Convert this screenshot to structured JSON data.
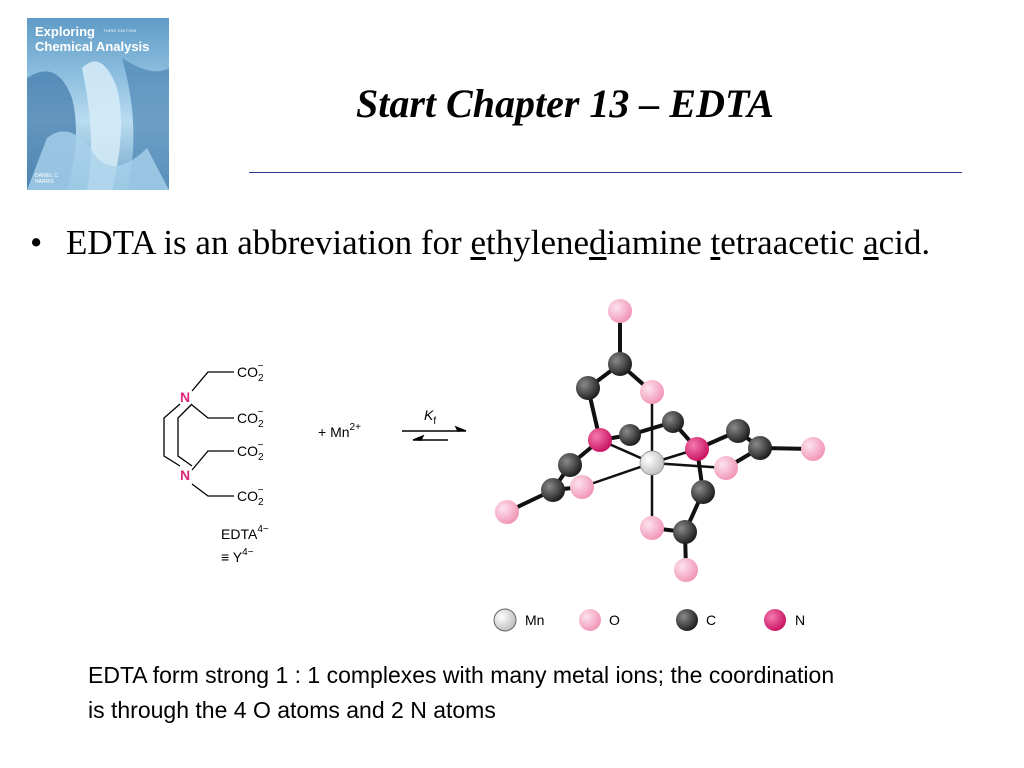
{
  "cover": {
    "title_line1": "Exploring",
    "title_line2": "Chemical Analysis",
    "edition": "THIRD EDITION",
    "author_line1": "DANIEL C.",
    "author_line2": "HARRIS"
  },
  "slide": {
    "title": "Start Chapter 13 – EDTA",
    "bullet_marker": "•",
    "bullet": {
      "p1": "EDTA is an abbreviation for ",
      "u1": "e",
      "p2": "thylene",
      "u2": "d",
      "p3": "iamine ",
      "u3": "t",
      "p4": "etraacetic ",
      "u4": "a",
      "p5": "cid."
    },
    "caption_line1": "EDTA form strong 1 : 1 complexes with many metal ions; the coordination",
    "caption_line2": "is through the 4 O atoms and 2 N atoms"
  },
  "figure": {
    "n_label": "N",
    "co2_text": "CO",
    "co2_sub": "2",
    "co2_sup": "−",
    "edta_label": "EDTA",
    "edta_charge": "4−",
    "y_label": "≡ Y",
    "y_charge": "4−",
    "plus_mn": "+ Mn",
    "mn_charge": "2+",
    "kf_label": "K",
    "kf_sub": "f",
    "legend": [
      "Mn",
      "O",
      "C",
      "N"
    ],
    "colors": {
      "N": "#e0267a",
      "O": "#f7a8c4",
      "C": "#2a2a2a",
      "Mn": "#e6e6e6",
      "rule": "#2f3a8c"
    }
  }
}
